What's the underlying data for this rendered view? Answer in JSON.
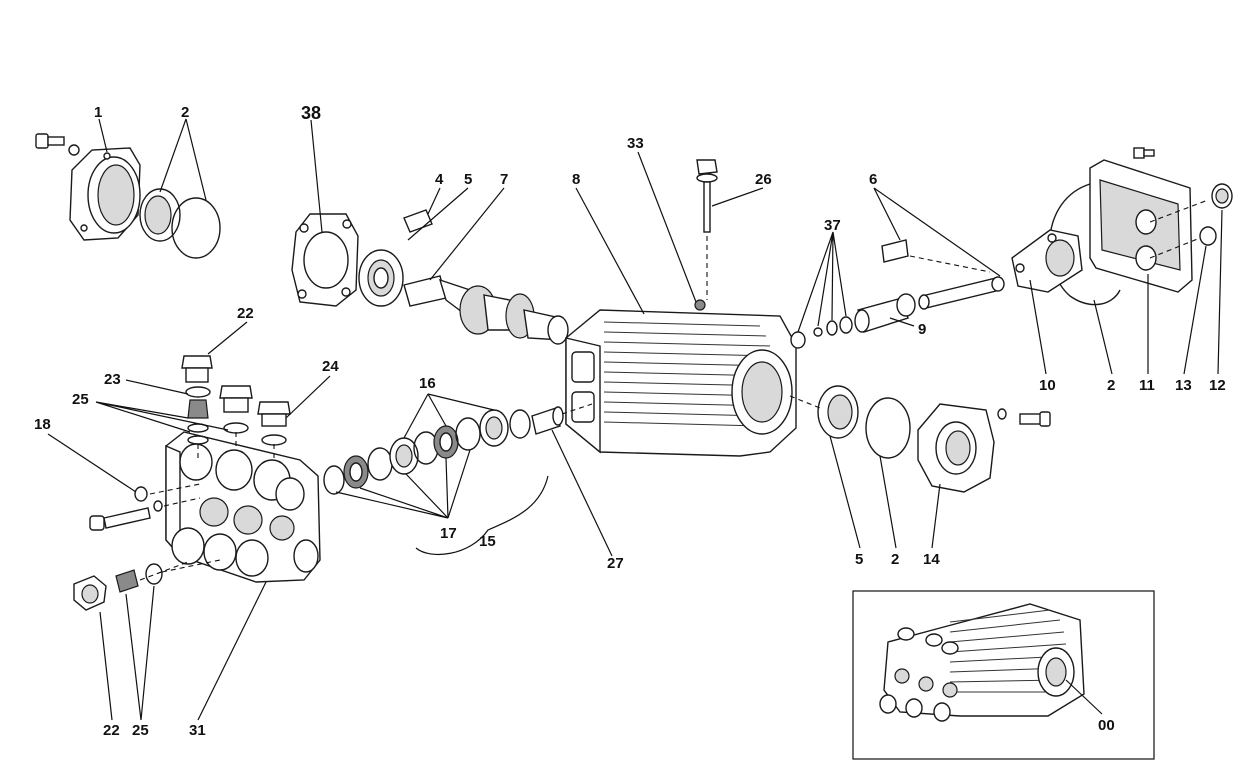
{
  "diagram": {
    "callouts": [
      "1",
      "2",
      "38",
      "4",
      "5",
      "7",
      "8",
      "33",
      "26",
      "6",
      "37",
      "9",
      "10",
      "2",
      "11",
      "13",
      "12",
      "22",
      "23",
      "25",
      "24",
      "18",
      "16",
      "17",
      "15",
      "27",
      "5",
      "2",
      "14",
      "22",
      "25",
      "31",
      "00"
    ]
  }
}
